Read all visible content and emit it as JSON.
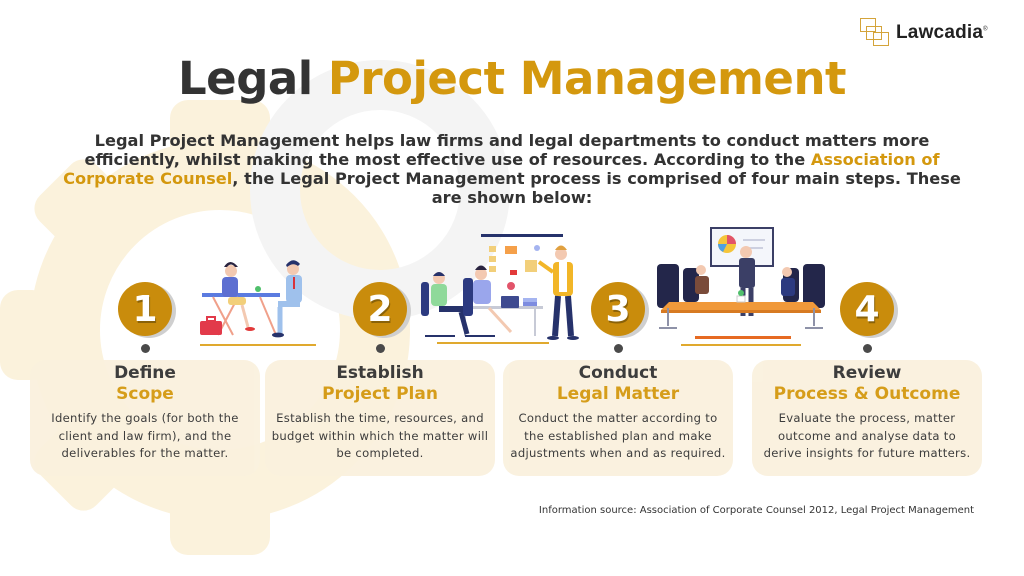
{
  "brand": {
    "logo_text": "Lawcadia",
    "trademark": "®"
  },
  "title": {
    "part1": "Legal",
    "part2": "Project Management"
  },
  "intro": {
    "text_before": "Legal Project Management helps law firms and legal departments to conduct matters more efficiently, whilst making the most effective use of resources. According to the ",
    "link_text": "Association of Corporate Counsel",
    "text_after": ", the Legal Project Management process is comprised of four main steps. These are shown below:"
  },
  "steps": [
    {
      "number": "1",
      "heading": "Define",
      "subheading": "Scope",
      "description": "Identify the goals (for both the client and law firm), and the deliverables for the matter."
    },
    {
      "number": "2",
      "heading": "Establish",
      "subheading": "Project Plan",
      "description": "Establish the time, resources, and budget within which the matter will be completed."
    },
    {
      "number": "3",
      "heading": "Conduct",
      "subheading": "Legal Matter",
      "description": "Conduct the matter according to the established plan and make adjustments when and as required."
    },
    {
      "number": "4",
      "heading": "Review",
      "subheading": "Process & Outcome",
      "description": "Evaluate the process, matter outcome and analyse data to derive insights for future matters."
    }
  ],
  "illustrations": [
    {
      "name": "client-meeting",
      "desc": "two people talking at a desk"
    },
    {
      "name": "team-planning",
      "desc": "team planning with whiteboard"
    },
    {
      "name": "boardroom-presentation",
      "desc": "boardroom presentation with pie chart"
    }
  ],
  "source": "Information source: Association of Corporate Counsel 2012, Legal Project Management",
  "colors": {
    "gold": "#d4980e",
    "number_circle": "#c98c0c",
    "dark_text": "#333333",
    "card_bg": "#faf1de"
  }
}
